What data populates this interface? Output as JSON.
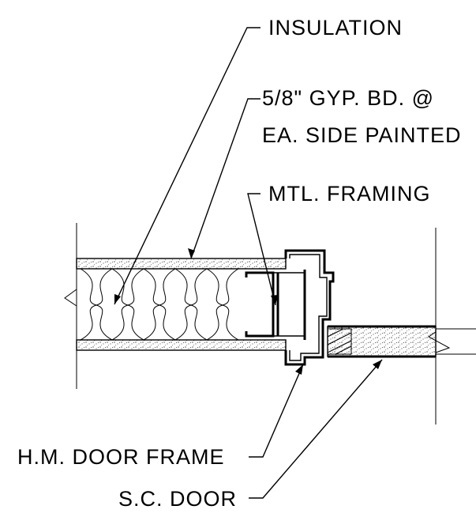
{
  "labels": {
    "insulation": "INSULATION",
    "gyp_line1": "5/8\" GYP. BD. @",
    "gyp_line2": "EA. SIDE PAINTED",
    "framing": "MTL. FRAMING",
    "door_frame": "H.M. DOOR FRAME",
    "door": "S.C. DOOR"
  }
}
